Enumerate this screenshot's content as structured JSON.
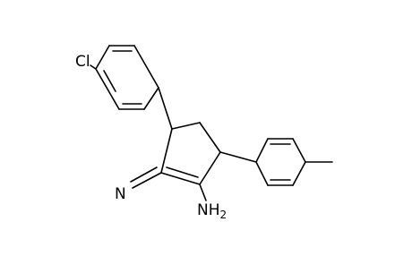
{
  "molecule": {
    "labels": {
      "chloro": "Cl",
      "nitrile_n": "N",
      "amine": "NH",
      "amine_subscript": "2"
    }
  },
  "colors": {
    "bond": "#000000",
    "background": "#ffffff"
  }
}
